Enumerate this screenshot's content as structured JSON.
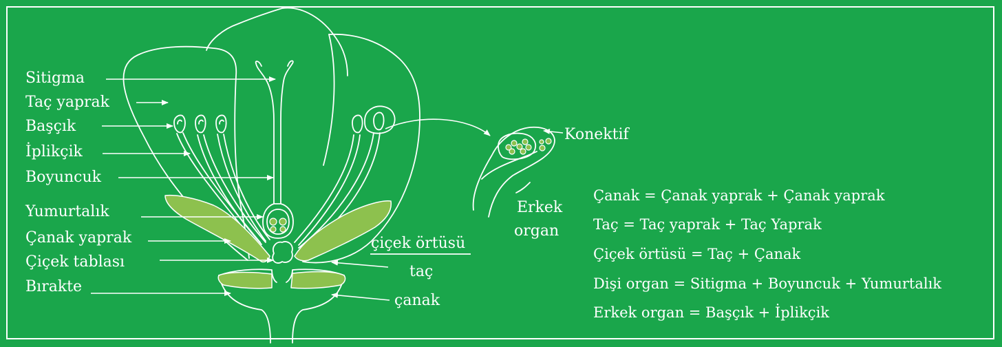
{
  "labels": {
    "sitigma": "Sitigma",
    "tac_yaprak": "Taç yaprak",
    "bascik": "Başçık",
    "iplikcik": "İplikçik",
    "boyuncuk": "Boyuncuk",
    "yumurtalik": "Yumurtalık",
    "canak_yaprak": "Çanak yaprak",
    "cicek_tablasi": "Çiçek tablası",
    "birakte": "Bırakte",
    "konektif": "Konektif",
    "erkek": "Erkek",
    "organ": "organ",
    "cicek_ortusu": "çiçek örtüsü",
    "tac": "taç",
    "canak": "çanak"
  },
  "legend": [
    "Çanak = Çanak yaprak + Çanak yaprak",
    "Taç = Taç yaprak + Taç Yaprak",
    "Çiçek örtüsü = Taç + Çanak",
    "Dişi organ = Sitigma + Boyuncuk + Yumurtalık",
    "Erkek organ = Başçık + İplikçik"
  ],
  "colors": {
    "background": "#1aa64b",
    "line": "#ffffff",
    "sepal_fill": "#8dc14e"
  }
}
